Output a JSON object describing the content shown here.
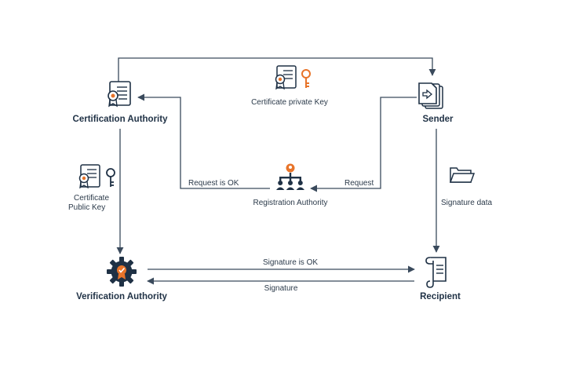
{
  "nodes": {
    "certification_authority": "Certification Authority",
    "sender": "Sender",
    "registration_authority": "Registration Authority",
    "verification_authority": "Verification Authority",
    "recipient": "Recipient"
  },
  "edges": {
    "certificate_private_key": "Certificate private Key",
    "certificate_public_key_line1": "Certificate",
    "certificate_public_key_line2": "Public Key",
    "request": "Request",
    "request_is_ok": "Request is OK",
    "signature_data": "Signature data",
    "signature_is_ok": "Signature is OK",
    "signature": "Signature"
  },
  "colors": {
    "navy": "#1f3145",
    "line": "#3a4a5c",
    "accent": "#e8742a"
  },
  "icons": [
    "certificate-icon",
    "key-icon",
    "document-stack-icon",
    "folder-icon",
    "org-chart-icon",
    "gear-badge-icon",
    "scroll-icon"
  ]
}
